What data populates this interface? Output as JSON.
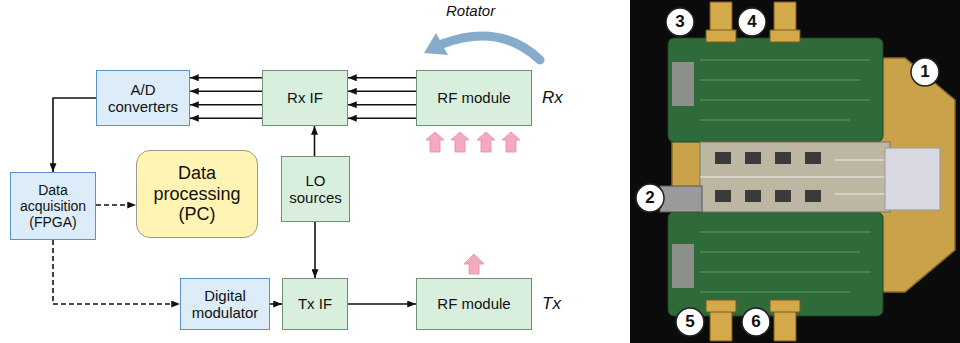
{
  "diagram": {
    "nodes": [
      {
        "text": [
          "A/D converters"
        ]
      },
      {
        "text": [
          "Rx IF"
        ]
      },
      {
        "text": [
          "RF module"
        ]
      },
      {
        "text": [
          "Data acquisition (FPGA)"
        ]
      },
      {
        "text": [
          "Data processing (PC)"
        ]
      },
      {
        "text": [
          "LO sources"
        ]
      },
      {
        "text": [
          "Digital modulator"
        ]
      },
      {
        "text": [
          "Tx IF"
        ]
      },
      {
        "text": [
          "RF module"
        ]
      }
    ],
    "edges": [
      {
        "from": 1,
        "to": 0,
        "arrow": "to"
      },
      {
        "from": 1,
        "to": 0,
        "arrow": "to"
      },
      {
        "from": 1,
        "to": 0,
        "arrow": "to"
      },
      {
        "from": 1,
        "to": 0,
        "arrow": "to"
      },
      {
        "from": 2,
        "to": 1,
        "arrow": "to"
      },
      {
        "from": 2,
        "to": 1,
        "arrow": "to"
      },
      {
        "from": 2,
        "to": 1,
        "arrow": "to"
      },
      {
        "from": 2,
        "to": 1,
        "arrow": "to"
      },
      {
        "from": 0,
        "to": 3,
        "arrow": "to"
      },
      {
        "from": 3,
        "to": 4,
        "arrow": "to"
      },
      {
        "from": 3,
        "to": 6,
        "arrow": "to"
      },
      {
        "from": 5,
        "to": 1,
        "arrow": "to"
      },
      {
        "from": 5,
        "to": 7,
        "arrow": "to"
      },
      {
        "from": 6,
        "to": 7,
        "arrow": "to"
      },
      {
        "from": 7,
        "to": 8,
        "arrow": "to"
      }
    ],
    "labels": [
      "Rotator",
      "Rx",
      "Tx",
      "3",
      "4",
      "1",
      "2",
      "5",
      "6"
    ]
  }
}
